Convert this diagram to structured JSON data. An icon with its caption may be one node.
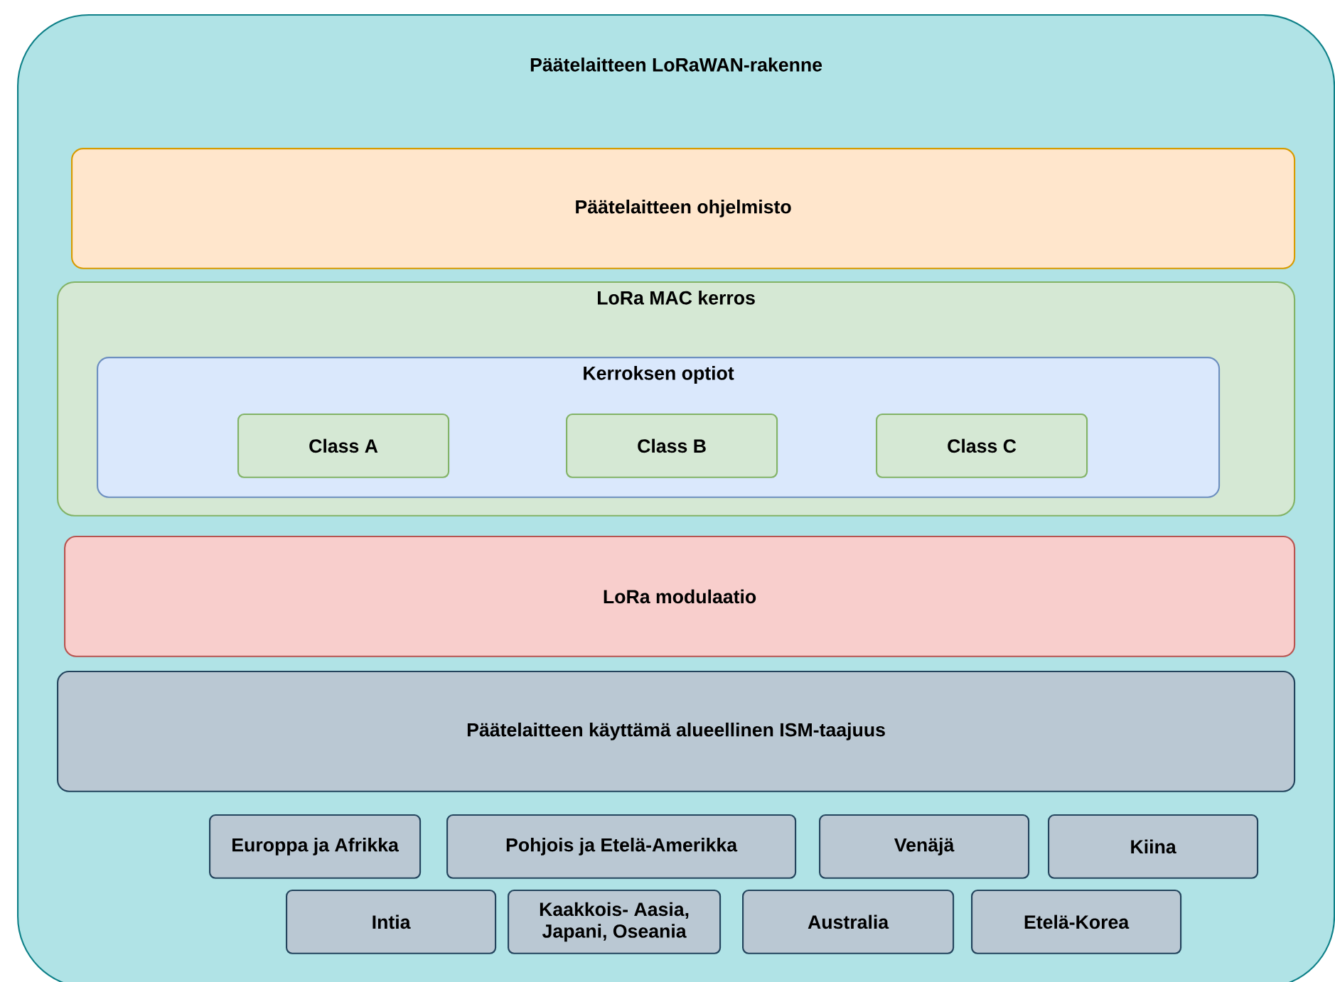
{
  "diagram": {
    "nodes": [
      {
        "text": [
          "Päätelaitteen LoRaWAN-rakenne"
        ]
      },
      {
        "text": [
          "Päätelaitteen ohjelmisto"
        ],
        "in": 0
      },
      {
        "text": [
          "LoRa MAC kerros"
        ],
        "in": 0
      },
      {
        "text": [
          "Kerroksen optiot"
        ],
        "in": 2
      },
      {
        "text": [
          "Class A"
        ],
        "in": 3
      },
      {
        "text": [
          "Class B"
        ],
        "in": 3
      },
      {
        "text": [
          "Class C"
        ],
        "in": 3
      },
      {
        "text": [
          "LoRa modulaatio"
        ],
        "in": 0
      },
      {
        "text": [
          "Päätelaitteen käyttämä alueellinen ISM-taajuus"
        ],
        "in": 0
      },
      {
        "text": [
          "Europpa ja Afrikka"
        ],
        "in": 0
      },
      {
        "text": [
          "Pohjois ja Etelä-Amerikka"
        ],
        "in": 0
      },
      {
        "text": [
          "Venäjä"
        ],
        "in": 0
      },
      {
        "text": [
          "Kiina"
        ],
        "in": 0
      },
      {
        "text": [
          "Intia"
        ],
        "in": 0
      },
      {
        "text": [
          "Kaakkois- Aasia, Japani, Oseania"
        ],
        "in": 0
      },
      {
        "text": [
          "Australia"
        ],
        "in": 0
      },
      {
        "text": [
          "Etelä-Korea"
        ],
        "in": 0
      }
    ]
  }
}
